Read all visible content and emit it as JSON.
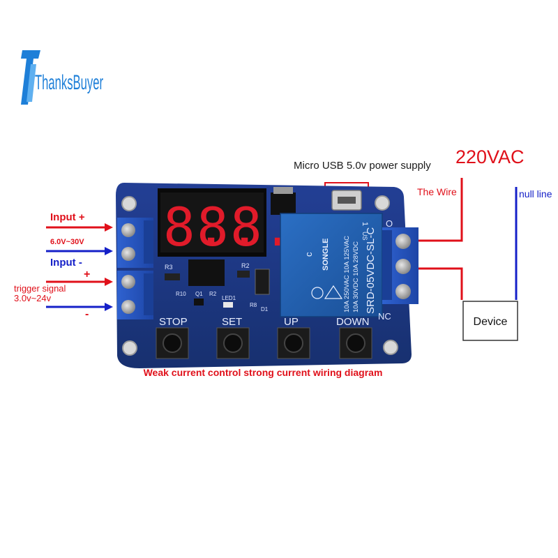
{
  "logo": {
    "text": "ThanksBuyer"
  },
  "labels": {
    "usb_supply": "Micro USB 5.0v power supply",
    "ac_voltage": "220VAC",
    "the_wire": "The Wire",
    "null_line": "null line",
    "input_plus": "Input +",
    "input_range": "6.0V~30V",
    "input_minus": "Input -",
    "trigger_plus": "+",
    "trigger_signal": "trigger signal",
    "trigger_range": "3.0v~24v",
    "trigger_minus": "-",
    "device": "Device",
    "caption": "Weak current control strong current wiring diagram"
  },
  "board": {
    "display_digits": [
      "8.",
      "8.",
      "8."
    ],
    "buttons": [
      {
        "label": "STOP"
      },
      {
        "label": "SET"
      },
      {
        "label": "UP"
      },
      {
        "label": "DOWN"
      }
    ],
    "silk": {
      "r3": "R3",
      "r10": "R10",
      "q1": "Q1",
      "r2": "R2",
      "r2b": "R2",
      "led1": "LED1",
      "r8": "R8",
      "d1": "D1",
      "nc": "NC",
      "no": "O"
    },
    "relay": {
      "brand": "SONGLE",
      "model": "SRD-05VDC-SL-C",
      "spec1": "10A 250VAC  10A 125VAC",
      "spec2": "10A 30VDC  10A 28VDC",
      "pin": "1",
      "us": "US",
      "c": "c"
    }
  },
  "colors": {
    "board": "#1e3a8c",
    "relay": "#1f5fae",
    "terminal": "#2458c8",
    "red_wire": "#e0101a",
    "blue_wire": "#1520c8",
    "caption": "#e0101a",
    "logo": "#1e7fd8"
  }
}
